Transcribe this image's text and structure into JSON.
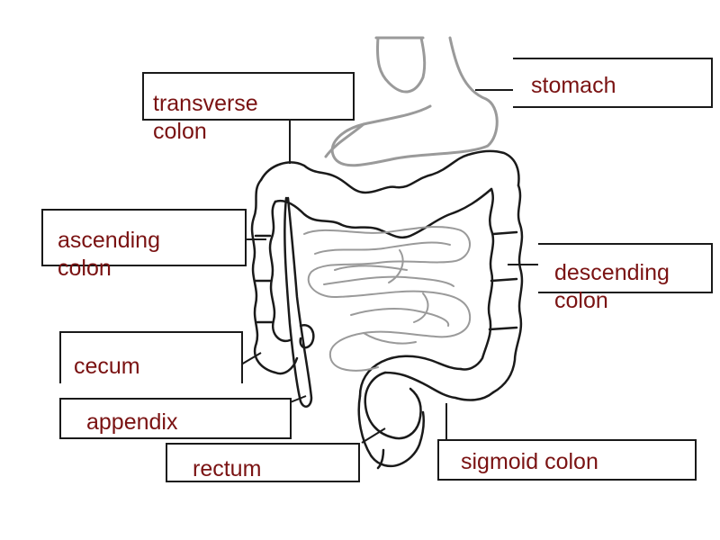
{
  "labels": {
    "transverse_colon": "transverse\ncolon",
    "stomach": "stomach",
    "ascending_colon": "ascending\ncolon",
    "descending_colon": "descending\ncolon",
    "cecum": "cecum",
    "appendix": "appendix",
    "rectum": "rectum",
    "sigmoid_colon": "sigmoid colon"
  },
  "colors": {
    "label_text": "#7a1212",
    "outline": "#1a1a1a",
    "organ_gray": "#9a9a9a"
  }
}
